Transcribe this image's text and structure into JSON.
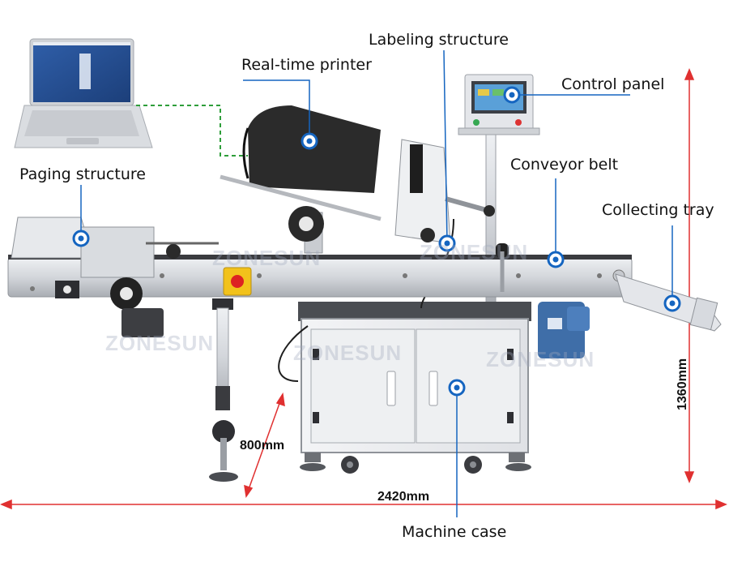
{
  "labels": {
    "labeling_structure": "Labeling structure",
    "real_time_printer": "Real-time printer",
    "control_panel": "Control panel",
    "conveyor_belt": "Conveyor belt",
    "paging_structure": "Paging structure",
    "collecting_tray": "Collecting tray",
    "machine_case": "Machine case"
  },
  "dimensions": {
    "height": "1360mm",
    "depth": "800mm",
    "length": "2420mm"
  },
  "watermark": "ZONESUN",
  "colors": {
    "callout_blue": "#1565c0",
    "connection_green": "#2e9e3a",
    "dimension_red": "#e03030",
    "machine_steel": "#c9ccd1",
    "printer_black": "#2b2b2b",
    "motor_blue": "#3f6ea8",
    "estop_yellow": "#f2c21b"
  }
}
